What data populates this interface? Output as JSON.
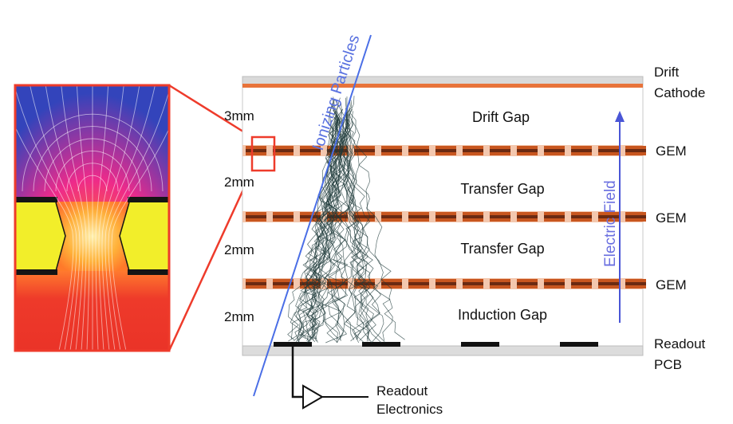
{
  "labels": {
    "drift_cathode": [
      "Drift",
      "Cathode"
    ],
    "gem": "GEM",
    "readout_pcb": [
      "Readout",
      "PCB"
    ],
    "readout_electronics": [
      "Readout",
      "Electronics"
    ],
    "drift_gap": "Drift Gap",
    "transfer_gap": "Transfer Gap",
    "induction_gap": "Induction Gap",
    "ionizing_particles": "Ionizing Particles",
    "electric_field": "Electric Field",
    "gap_sizes": [
      "3mm",
      "2mm",
      "2mm",
      "2mm"
    ]
  },
  "colors": {
    "cathode": "#e8733a",
    "gem_copper": "#c8561f",
    "gem_dash": "#6b2a12",
    "particle_track": "#4a6ee6",
    "field_arrow": "#4a56d6",
    "highlight_box": "#ee3b2b",
    "inset_yellow": "#f2ee2a",
    "inset_red": "#ee3a2a",
    "inset_blue": "#3344bb"
  }
}
